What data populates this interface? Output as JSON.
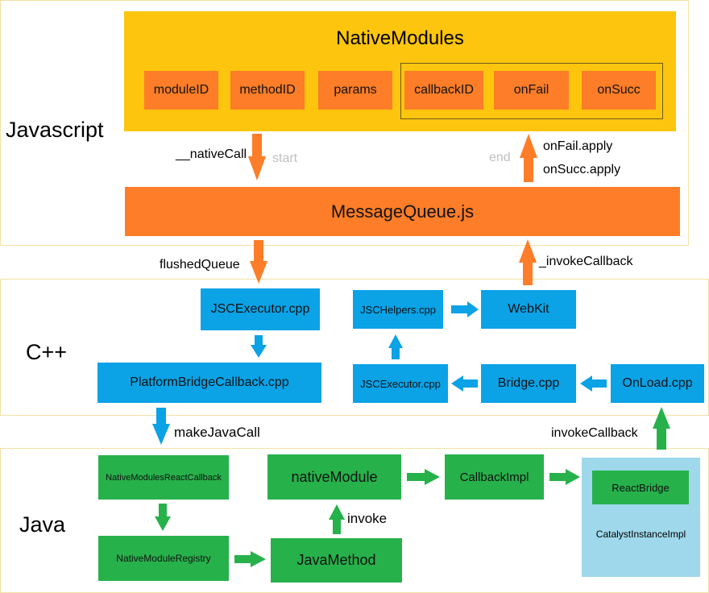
{
  "colors": {
    "js_container": "#fec50e",
    "js_module_box": "#fd7d28",
    "cpp_box": "#0ba2e6",
    "java_box": "#27b14b",
    "catalyst_box": "#9ed8ea",
    "arrow_orange": "#fd7d28",
    "arrow_blue": "#0ba2e6",
    "arrow_green": "#27b14b"
  },
  "lanes": {
    "javascript": "Javascript",
    "cpp": "C++",
    "java": "Java"
  },
  "js": {
    "native_modules_title": "NativeModules",
    "fields": [
      "moduleID",
      "methodID",
      "params",
      "callbackID",
      "onFail",
      "onSucc"
    ],
    "message_queue": "MessageQueue.js",
    "native_call": "__nativeCall",
    "start": "start",
    "end": "end",
    "on_fail_apply": "onFail.apply",
    "on_succ_apply": "onSucc.apply"
  },
  "flushed_queue": "flushedQueue",
  "invoke_callback_js": "_invokeCallback",
  "cpp": {
    "jsc_executor_top": "JSCExecutor.cpp",
    "platform_bridge": "PlatformBridgeCallback.cpp",
    "jsc_helpers": "JSCHelpers.cpp",
    "webkit": "WebKit",
    "jsc_executor_bottom": "JSCExecutor.cpp",
    "bridge": "Bridge.cpp",
    "onload": "OnLoad.cpp"
  },
  "make_java_call": "makeJavaCall",
  "invoke_callback_cpp": "invokeCallback",
  "java": {
    "native_modules_react_callback": "NativeModulesReactCallback",
    "native_module_registry": "NativeModuleRegistry",
    "java_method": "JavaMethod",
    "native_module": "nativeModule",
    "invoke": "invoke",
    "callback_impl": "CallbackImpl",
    "react_bridge": "ReactBridge",
    "catalyst_instance_impl": "CatalystInstanceImpl"
  }
}
